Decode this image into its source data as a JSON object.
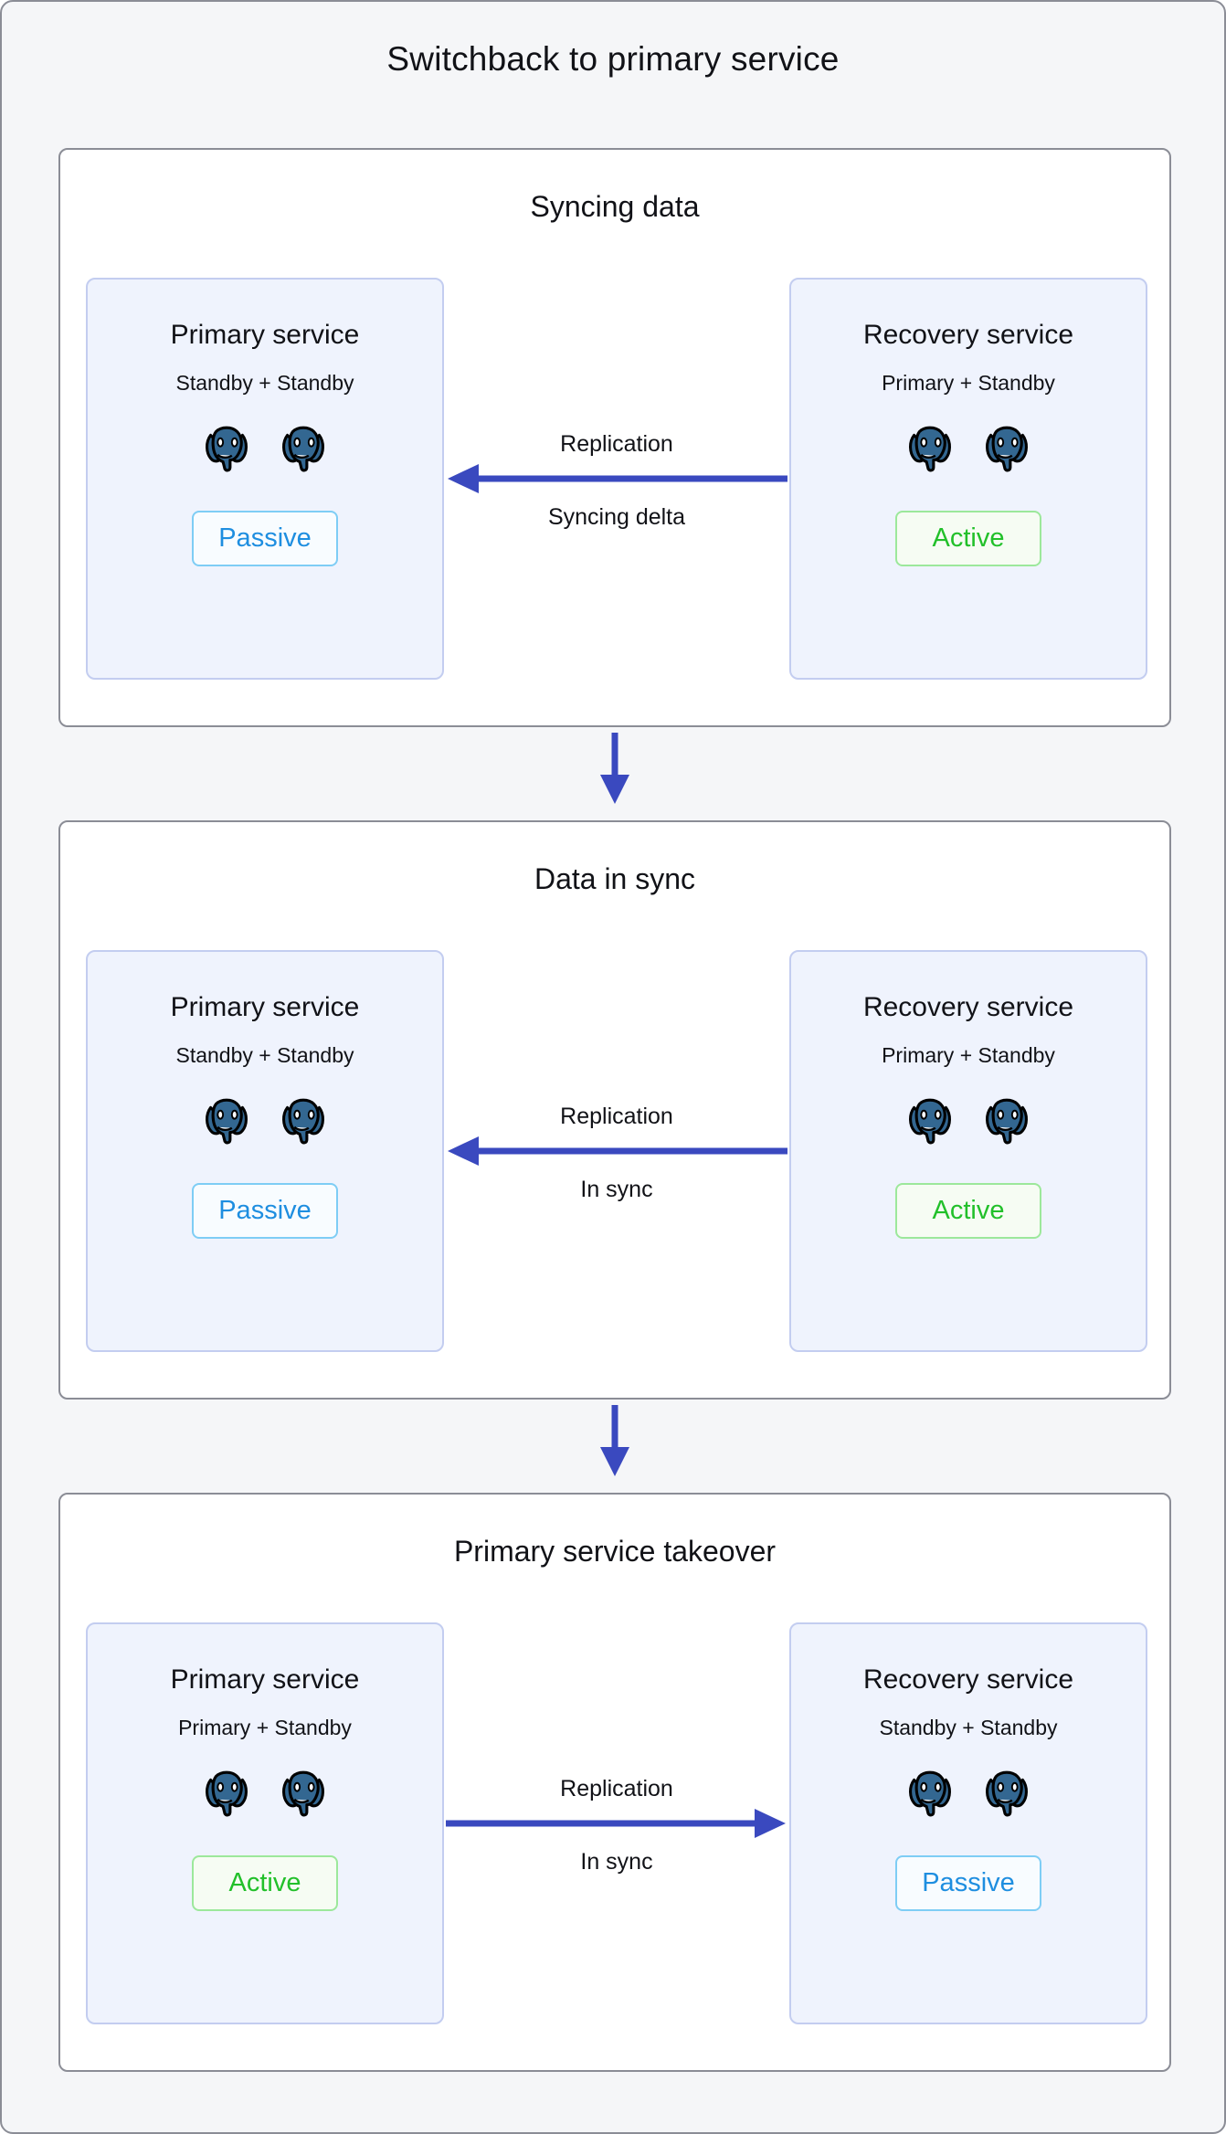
{
  "figure": {
    "title": "Switchback to primary service",
    "colors": {
      "background": "#f5f6f8",
      "panel_background": "#ffffff",
      "panel_border": "#8b8d96",
      "card_background": "#eff3fd",
      "card_border": "#c3cdf0",
      "arrow": "#3a49bf",
      "active": "#22c02a",
      "passive": "#1e8ee0",
      "postgres_elephant": "#336791"
    }
  },
  "chart_data": {
    "type": "diagram",
    "title": "Switchback to primary service",
    "orientation": "vertical-sequence",
    "stages": [
      {
        "title": "Syncing data",
        "left": {
          "name": "Primary service",
          "role": "Standby + Standby",
          "nodes": 2,
          "status": "Passive"
        },
        "right": {
          "name": "Recovery service",
          "role": "Primary + Standby",
          "nodes": 2,
          "status": "Active"
        },
        "link": {
          "label_top": "Replication",
          "label_bottom": "Syncing delta",
          "direction": "right-to-left"
        }
      },
      {
        "title": "Data in sync",
        "left": {
          "name": "Primary service",
          "role": "Standby + Standby",
          "nodes": 2,
          "status": "Passive"
        },
        "right": {
          "name": "Recovery service",
          "role": "Primary + Standby",
          "nodes": 2,
          "status": "Active"
        },
        "link": {
          "label_top": "Replication",
          "label_bottom": "In sync",
          "direction": "right-to-left"
        }
      },
      {
        "title": "Primary service takeover",
        "left": {
          "name": "Primary service",
          "role": "Primary + Standby",
          "nodes": 2,
          "status": "Active"
        },
        "right": {
          "name": "Recovery service",
          "role": "Standby + Standby",
          "nodes": 2,
          "status": "Passive"
        },
        "link": {
          "label_top": "Replication",
          "label_bottom": "In sync",
          "direction": "left-to-right"
        }
      }
    ],
    "step_arrows": 2
  }
}
